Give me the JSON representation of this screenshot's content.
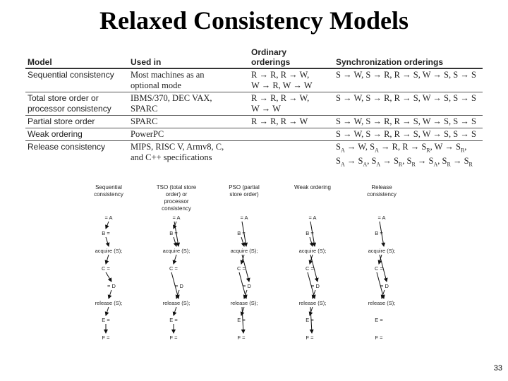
{
  "title": "Relaxed Consistency Models",
  "table": {
    "headers": {
      "model": "Model",
      "used_in": "Used in",
      "ordinary_line1": "Ordinary",
      "ordinary_line2": "orderings",
      "sync": "Synchronization orderings"
    },
    "rows": [
      {
        "model": [
          "Sequential consistency"
        ],
        "used_in": [
          "Most machines as an",
          "optional mode"
        ],
        "ordinary": [
          "R → R, R → W,",
          "W → R, W → W"
        ],
        "sync": [
          "S → W, S → R, R → S, W → S, S → S"
        ]
      },
      {
        "model": [
          "Total store order or",
          "processor consistency"
        ],
        "used_in": [
          "IBMS/370, DEC VAX,",
          "SPARC"
        ],
        "ordinary": [
          "R → R, R → W,",
          "W → W"
        ],
        "sync": [
          "S → W, S → R, R → S, W → S, S → S"
        ]
      },
      {
        "model": [
          "Partial store order"
        ],
        "used_in": [
          "SPARC"
        ],
        "ordinary": [
          "R → R, R → W"
        ],
        "sync": [
          "S → W, S → R, R → S, W → S, S → S"
        ]
      },
      {
        "model": [
          "Weak ordering"
        ],
        "used_in": [
          "PowerPC"
        ],
        "ordinary": [
          ""
        ],
        "sync": [
          "S → W, S → R, R → S, W → S, S → S"
        ]
      },
      {
        "model": [
          "Release consistency"
        ],
        "used_in": [
          "MIPS, RISC V, Armv8, C,",
          "and C++ specifications"
        ],
        "ordinary": [
          ""
        ],
        "sync_rich": [
          [
            [
              "S",
              "A"
            ],
            [
              " → W, "
            ],
            [
              "S",
              "A"
            ],
            [
              " → R, R → "
            ],
            [
              "S",
              "R"
            ],
            [
              ", W → "
            ],
            [
              "S",
              "R"
            ],
            [
              ","
            ]
          ],
          [
            [
              "S",
              "A"
            ],
            [
              " → "
            ],
            [
              "S",
              "A"
            ],
            [
              ", "
            ],
            [
              "S",
              "A"
            ],
            [
              " → "
            ],
            [
              "S",
              "R"
            ],
            [
              ", "
            ],
            [
              "S",
              "R"
            ],
            [
              " → "
            ],
            [
              "S",
              "A"
            ],
            [
              ", "
            ],
            [
              "S",
              "R"
            ],
            [
              " → "
            ],
            [
              "S",
              "R"
            ]
          ]
        ]
      }
    ]
  },
  "diagrams": [
    {
      "title_lines": [
        "Sequential",
        "consistency"
      ],
      "nodes": [
        "= A",
        "B =",
        "acquire (S);",
        "C =",
        "= D",
        "release (S);",
        "E =",
        "F ="
      ]
    },
    {
      "title_lines": [
        "TSO (total store",
        "order) or",
        "processor",
        "consistency"
      ],
      "nodes": [
        "= A",
        "B =",
        "acquire (S);",
        "C =",
        "= D",
        "release (S);",
        "E =",
        "F ="
      ]
    },
    {
      "title_lines": [
        "PSO (partial",
        "store order)"
      ],
      "nodes": [
        "= A",
        "B =",
        "acquire (S);",
        "C =",
        "= D",
        "release (S);",
        "E =",
        "F ="
      ]
    },
    {
      "title_lines": [
        "Weak ordering"
      ],
      "nodes": [
        "= A",
        "B =",
        "acquire (S);",
        "C =",
        "= D",
        "release (S);",
        "E =",
        "F ="
      ]
    },
    {
      "title_lines": [
        "Release",
        "consistency"
      ],
      "nodes": [
        "= A",
        "B =",
        "acquire (S);",
        "C =",
        "= D",
        "release (S);",
        "E =",
        "F ="
      ]
    }
  ],
  "page_number": "33"
}
